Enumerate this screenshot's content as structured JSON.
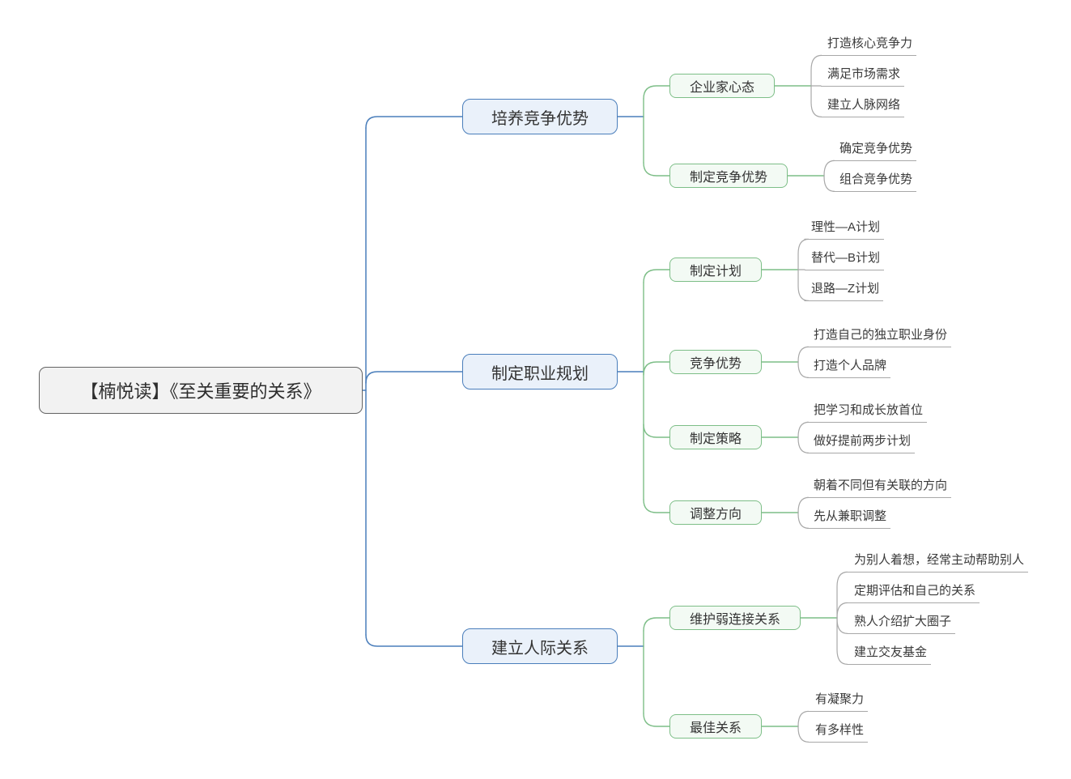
{
  "root": {
    "label": "【楠悦读】《至关重要的关系》"
  },
  "branches": [
    {
      "label": "培养竞争优势",
      "children": [
        {
          "label": "企业家心态",
          "leaves": [
            "打造核心竞争力",
            "满足市场需求",
            "建立人脉网络"
          ]
        },
        {
          "label": "制定竞争优势",
          "leaves": [
            "确定竞争优势",
            "组合竞争优势"
          ]
        }
      ]
    },
    {
      "label": "制定职业规划",
      "children": [
        {
          "label": "制定计划",
          "leaves": [
            "理性—A计划",
            "替代—B计划",
            "退路—Z计划"
          ]
        },
        {
          "label": "竞争优势",
          "leaves": [
            "打造自己的独立职业身份",
            "打造个人品牌"
          ]
        },
        {
          "label": "制定策略",
          "leaves": [
            "把学习和成长放首位",
            "做好提前两步计划"
          ]
        },
        {
          "label": "调整方向",
          "leaves": [
            "朝着不同但有关联的方向",
            "先从兼职调整"
          ]
        }
      ]
    },
    {
      "label": "建立人际关系",
      "children": [
        {
          "label": "维护弱连接关系",
          "leaves": [
            "为别人着想，经常主动帮助别人",
            "定期评估和自己的关系",
            "熟人介绍扩大圈子",
            "建立交友基金"
          ]
        },
        {
          "label": "最佳关系",
          "leaves": [
            "有凝聚力",
            "有多样性"
          ]
        }
      ]
    }
  ],
  "colors": {
    "root_border": "#636363",
    "root_fill": "#f2f2f2",
    "branch_border": "#4a7ebb",
    "branch_fill": "#eaf1fa",
    "child_border": "#7dbe87",
    "child_fill": "#f3faf4",
    "line_blue": "#4a7ebb",
    "line_green": "#7dbe87",
    "line_gray": "#a8a8a8"
  }
}
